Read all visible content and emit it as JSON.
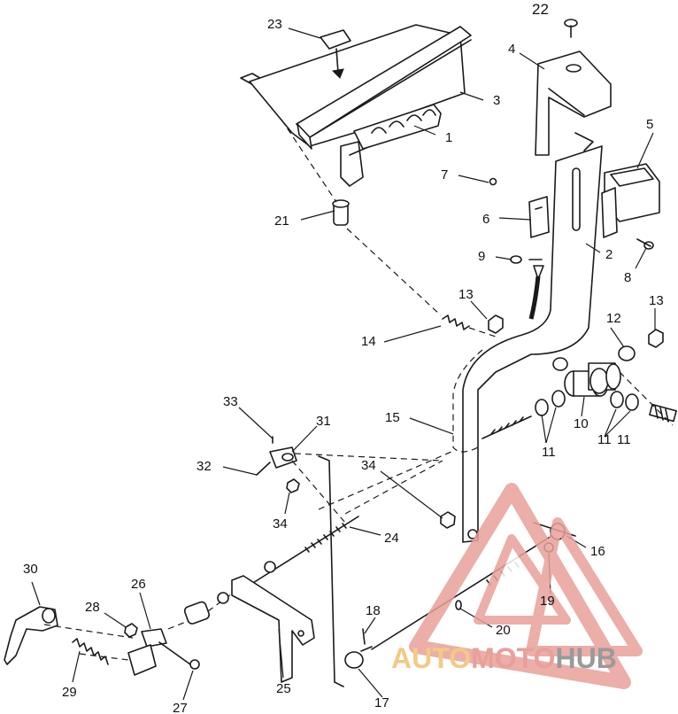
{
  "callouts": [
    "1",
    "2",
    "3",
    "4",
    "5",
    "6",
    "7",
    "8",
    "9",
    "10",
    "11",
    "11",
    "11",
    "12",
    "13",
    "13",
    "14",
    "15",
    "16",
    "17",
    "18",
    "19",
    "20",
    "21",
    "22",
    "23",
    "24",
    "25",
    "26",
    "27",
    "28",
    "29",
    "30",
    "31",
    "32",
    "33",
    "34",
    "34"
  ],
  "watermark": {
    "part1": "AUTO",
    "part2": "MOTO",
    "part3": "HUB",
    "color_primary": "#e8a09a",
    "color_secondary": "#f3c987",
    "color_dark": "#9a9a9a"
  }
}
